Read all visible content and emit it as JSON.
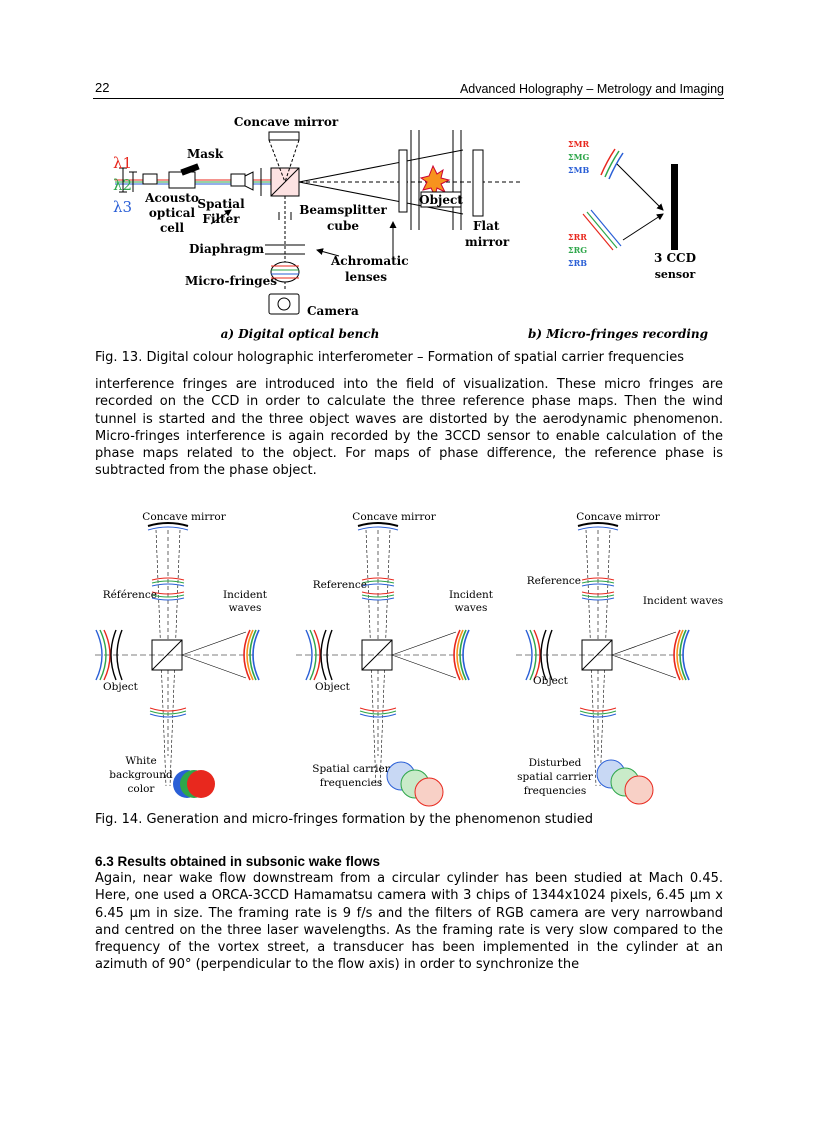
{
  "header": {
    "page_number": "22",
    "book_title": "Advanced Holography – Metrology and Imaging"
  },
  "figure13": {
    "labels": {
      "concave_mirror": "Concave mirror",
      "mask": "Mask",
      "lambda1": "λ1",
      "lambda2": "λ2",
      "lambda3": "λ3",
      "acousto_line1": "Acousto",
      "acousto_line2": "optical",
      "acousto_line3": "cell",
      "spatial": "Spatial",
      "filter": "Filter",
      "beamsplitter": "Beamsplitter",
      "cube": "cube",
      "object": "Object",
      "flat": "Flat",
      "mirror": "mirror",
      "diaphragm": "Diaphragm",
      "achromatic": "Achromatic",
      "lenses": "lenses",
      "micro_fringes": "Micro-fringes",
      "camera": "Camera",
      "sigma_mr": "ΣMR",
      "sigma_mg": "ΣMG",
      "sigma_mb": "ΣMB",
      "sigma_rr": "ΣRR",
      "sigma_rg": "ΣRG",
      "sigma_rb": "ΣRB",
      "ccd_line1": "3 CCD",
      "ccd_line2": "sensor",
      "sub_a": "a) Digital optical bench",
      "sub_b": "b) Micro-fringes recording"
    },
    "caption": "Fig. 13. Digital colour holographic interferometer – Formation of spatial carrier frequencies"
  },
  "paragraph1": "interference fringes are introduced into the field of visualization. These micro fringes are recorded on the CCD in order to calculate the three reference phase maps. Then the wind tunnel is started and the three object waves are distorted by the aerodynamic phenomenon. Micro-fringes interference is again recorded by the 3CCD sensor to enable calculation of the phase maps related to the object. For maps of phase difference, the reference phase is subtracted from the phase object.",
  "figure14": {
    "panels": [
      {
        "mirror": "Concave mirror",
        "reference": "Référence",
        "incident_1": "Incident",
        "incident_2": "waves",
        "object": "Object",
        "bottom_1": "White",
        "bottom_2": "background",
        "bottom_3": "color"
      },
      {
        "mirror": "Concave mirror",
        "reference": "Reference",
        "incident_1": "Incident",
        "incident_2": "waves",
        "object": "Object",
        "bottom_1": "Spatial carrier",
        "bottom_2": "frequencies",
        "bottom_3": ""
      },
      {
        "mirror": "Concave mirror",
        "reference": "Reference",
        "incident_1": "Incident waves",
        "incident_2": "",
        "object": "Object",
        "bottom_1": "Disturbed",
        "bottom_2": "spatial carrier",
        "bottom_3": "frequencies"
      }
    ],
    "caption": "Fig. 14. Generation and micro-fringes formation by the phenomenon studied"
  },
  "section": {
    "heading": "6.3 Results obtained in subsonic wake flows"
  },
  "paragraph2": "Again, near wake flow downstream from a circular cylinder has been studied at Mach 0.45. Here, one used a ORCA-3CCD Hamamatsu camera with 3 chips of 1344x1024 pixels, 6.45 µm x 6.45 µm in size. The framing rate is 9 f/s and the filters of RGB camera are very narrowband and centred on the three laser wavelengths. As the framing rate is very slow compared to the frequency of the vortex street, a transducer has been implemented in the cylinder at an azimuth of 90° (perpendicular to the flow axis) in order to synchronize the",
  "colors": {
    "red": "#e8281e",
    "green": "#2ea64a",
    "blue": "#2a5fd6"
  }
}
